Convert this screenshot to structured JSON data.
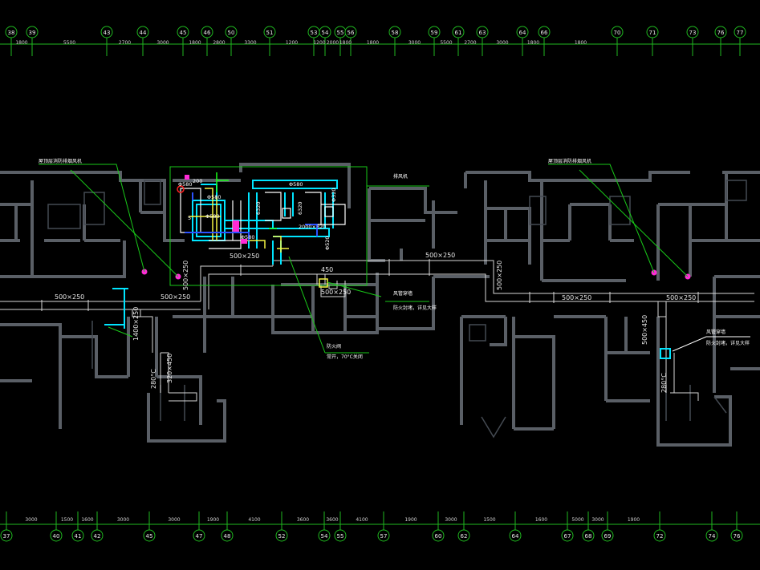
{
  "top_axis": {
    "labels": [
      "38",
      "39",
      "43",
      "44",
      "45",
      "46",
      "50",
      "51",
      "53",
      "54",
      "55",
      "56",
      "58",
      "59",
      "61",
      "63",
      "64",
      "66",
      "70",
      "71",
      "73",
      "76",
      "77"
    ],
    "dims": [
      "1800",
      "5500",
      "2700",
      "3000",
      "1800",
      "2800",
      "3300",
      "1200",
      "1200",
      "2000",
      "1800",
      "1800",
      "3000",
      "5500",
      "2700",
      "3000",
      "1800",
      "1800"
    ]
  },
  "bottom_axis": {
    "labels": [
      "37",
      "40",
      "41",
      "42",
      "45",
      "47",
      "48",
      "52",
      "54",
      "55",
      "57",
      "60",
      "62",
      "64",
      "67",
      "68",
      "69",
      "72",
      "74",
      "76"
    ],
    "dims": [
      "3000",
      "1500",
      "1600",
      "3000",
      "3000",
      "1900",
      "4100",
      "3600",
      "3600",
      "4100",
      "1900",
      "3000",
      "1500",
      "1600",
      "5000",
      "3000",
      "1900"
    ]
  },
  "duct_labels": {
    "d1": "500×250",
    "d2": "500×250",
    "d3": "500×250",
    "d4": "500×250",
    "d5": "500×250",
    "d6": "500×250",
    "d7": "500×250",
    "d8": "500×250",
    "d9": "500×250",
    "d10": "1400×250",
    "d11": "320×450",
    "d12": "280°C",
    "d13": "500×450",
    "d14": "280°C",
    "d15": "450",
    "d16": "Φ580",
    "d17": "Φ580",
    "d18": "Φ580",
    "d19": "Φ580",
    "d20": "200",
    "d21": "Φ580",
    "d22": "2000×320",
    "d23": "6320",
    "d24": "6320",
    "d25": "Φ320",
    "d26": "Φ520",
    "d27": "5"
  },
  "notes": {
    "n1_title": "屋顶层消防排烟风机",
    "n2_title": "屋顶层消防排烟风机",
    "n3": "排风机",
    "n4_line1": "风管穿墙",
    "n4_line2": "防火封堵，详见大样",
    "n5_line1": "防火阀",
    "n5_line2": "常开，70°C关闭",
    "n6_line1": "风管穿墙",
    "n6_line2": "防火封堵，详见大样"
  },
  "colors": {
    "background": "#000000",
    "walls": "#5a5f66",
    "axis": "#1fb81f",
    "duct": "#d8d8d8",
    "leader": "#19c919",
    "highlight_cyan": "#00e5ff",
    "highlight_magenta": "#ff2bd6",
    "highlight_yellow": "#f5f542",
    "highlight_blue": "#2c52ff"
  }
}
